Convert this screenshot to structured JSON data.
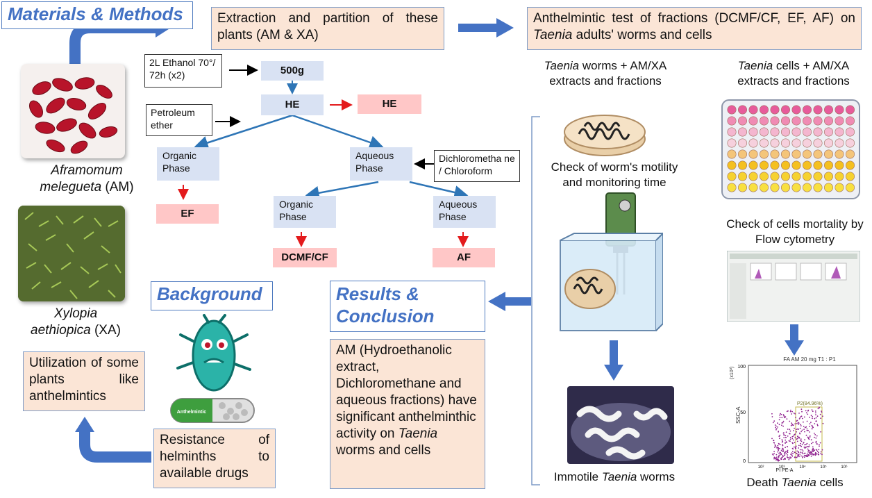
{
  "headers": {
    "materials": "Materials & Methods",
    "extraction": "Extraction and partition of these plants (AM & XA)",
    "anthelmintic_pre": "Anthelmintic test of fractions (DCMF/CF, EF, AF) on ",
    "anthelmintic_taenia": "Taenia",
    "anthelmintic_post": " adults' worms and cells",
    "background": "Background",
    "results": "Results & Conclusion"
  },
  "plants": {
    "am_name_1": "Aframomum",
    "am_name_2": "melegueta",
    "am_abbr": " (AM)",
    "xa_name_1": "Xylopia",
    "xa_name_2": "aethiopica",
    "xa_abbr": " (XA)"
  },
  "flow": {
    "ethanol": "2L Ethanol 70°/ 72h (x2)",
    "mass": "500g",
    "he": "HE",
    "he_out": "HE",
    "petroleum": "Petroleum ether",
    "organic1": "Organic Phase",
    "aqueous1": "Aqueous Phase",
    "dichloro": "Dichlorometha ne / Chloroform",
    "organic2": "Organic Phase",
    "aqueous2": "Aqueous Phase",
    "ef": "EF",
    "dcmf": "DCMF/CF",
    "af": "AF"
  },
  "tests": {
    "worms_taenia": "Taenia",
    "worms_line1": " worms + AM/XA",
    "worms_line2": "extracts and fractions",
    "cells_taenia": "Taenia",
    "cells_line1": " cells + AM/XA",
    "cells_line2": "extracts and fractions",
    "motility": "Check of worm's motility and monitoring time",
    "mortality": "Check of cells mortality by Flow cytometry",
    "immotile_pre": "Immotile ",
    "immotile_taenia": "Taenia",
    "immotile_post": " worms",
    "death_pre": "Death ",
    "death_taenia": "Taenia",
    "death_post": " cells"
  },
  "background": {
    "utilization": "Utilization of some plants like anthelmintics",
    "resistance": "Resistance of helminths to available drugs",
    "pill_label": "Anthelmintic"
  },
  "results": {
    "text_pre": "AM (Hydroethanolic extract, Dichloromethane and aqueous fractions) have significant anthelminthic activity on ",
    "text_taenia": "Taenia",
    "text_post": " worms and cells"
  },
  "flow_plot": {
    "title": "FA AM 20 mg T1 : P1",
    "gate": "P2(84.96%)",
    "ylabel": "SSC-A",
    "yunit": "(x10³)",
    "xlabel": "PI PE-A",
    "y_ticks": [
      "100",
      "50",
      "0"
    ],
    "x_ticks": [
      "10²",
      "10³",
      "10⁴",
      "10⁵",
      "10⁶"
    ]
  },
  "colors": {
    "accent": "#4472c4",
    "peach": "#fbe5d6",
    "node": "#d9e2f3",
    "pink": "#ffc7c7",
    "red": "#e31a1c"
  }
}
